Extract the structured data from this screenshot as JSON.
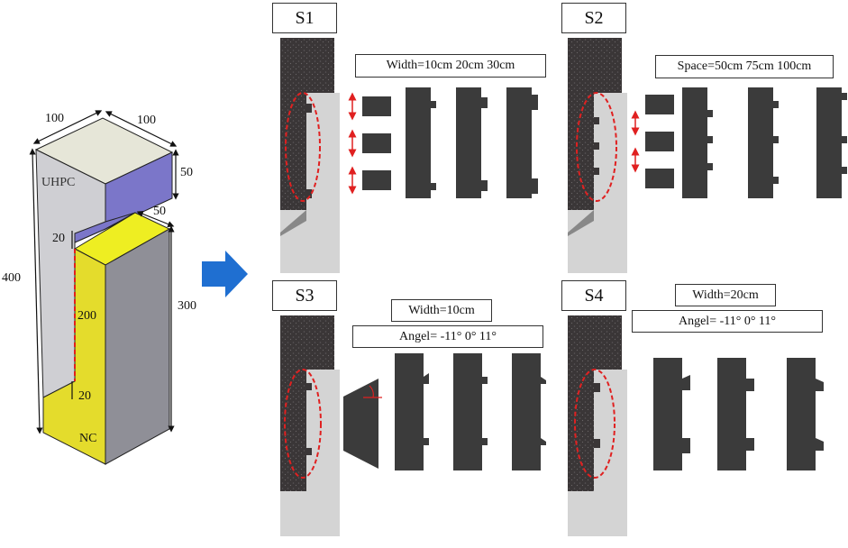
{
  "specimen": {
    "dims": {
      "top_left": "100",
      "top_right": "100",
      "top_height": "50",
      "step_depth": "50",
      "total_height": "400",
      "upper_notch": "20",
      "joint_length": "200",
      "lower_notch": "20",
      "nc_height": "300"
    },
    "labels": {
      "uhpc": "UHPC",
      "nc": "NC"
    }
  },
  "panels": [
    {
      "id": "S1",
      "title": "S1",
      "caption": "Width=10cm 20cm 30cm"
    },
    {
      "id": "S2",
      "title": "S2",
      "caption": "Space=50cm 75cm 100cm"
    },
    {
      "id": "S3",
      "title": "S3",
      "caption": "Width=10cm",
      "caption2": "Angel= -11° 0° 11°"
    },
    {
      "id": "S4",
      "title": "S4",
      "caption": "Width=20cm",
      "caption2": "Angel= -11° 0° 11°"
    }
  ],
  "colors": {
    "uhpc_top": "#e6e6d8",
    "uhpc_side": "#cfcfd3",
    "uhpc_blue": "#7b76c9",
    "nc_yellow": "#e4dc2c",
    "nc_top": "#eeee22",
    "nc_gray": "#8f8f97",
    "dark": "#3b3b3b",
    "photo_dark": "#3a3637",
    "photo_light": "#d4d4d4",
    "red": "#e02020",
    "arrow_blue": "#1f6fd1"
  }
}
